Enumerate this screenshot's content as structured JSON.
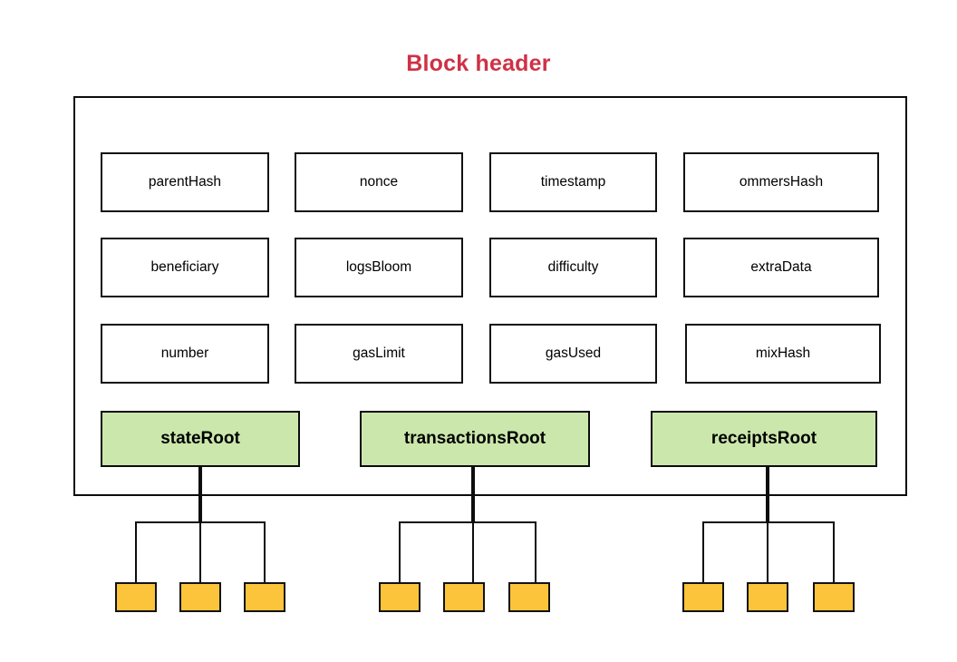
{
  "title": "Block header",
  "colors": {
    "title": "#cf3145",
    "root_fill": "#cbe7ac",
    "leaf_fill": "#fcc43b",
    "stroke": "#0d0d0d",
    "field_fill": "#ffffff",
    "background": "#ffffff"
  },
  "header": {
    "fields": [
      {
        "label": "parentHash",
        "row": 1,
        "col": 1
      },
      {
        "label": "nonce",
        "row": 1,
        "col": 2
      },
      {
        "label": "timestamp",
        "row": 1,
        "col": 3
      },
      {
        "label": "ommersHash",
        "row": 1,
        "col": 4
      },
      {
        "label": "beneficiary",
        "row": 2,
        "col": 1
      },
      {
        "label": "logsBloom",
        "row": 2,
        "col": 2
      },
      {
        "label": "difficulty",
        "row": 2,
        "col": 3
      },
      {
        "label": "extraData",
        "row": 2,
        "col": 4
      },
      {
        "label": "number",
        "row": 3,
        "col": 1
      },
      {
        "label": "gasLimit",
        "row": 3,
        "col": 2
      },
      {
        "label": "gasUsed",
        "row": 3,
        "col": 3
      },
      {
        "label": "mixHash",
        "row": 3,
        "col": 4
      }
    ],
    "roots": [
      {
        "label": "stateRoot",
        "leaf_count": 3
      },
      {
        "label": "transactionsRoot",
        "leaf_count": 3
      },
      {
        "label": "receiptsRoot",
        "leaf_count": 3
      }
    ]
  }
}
